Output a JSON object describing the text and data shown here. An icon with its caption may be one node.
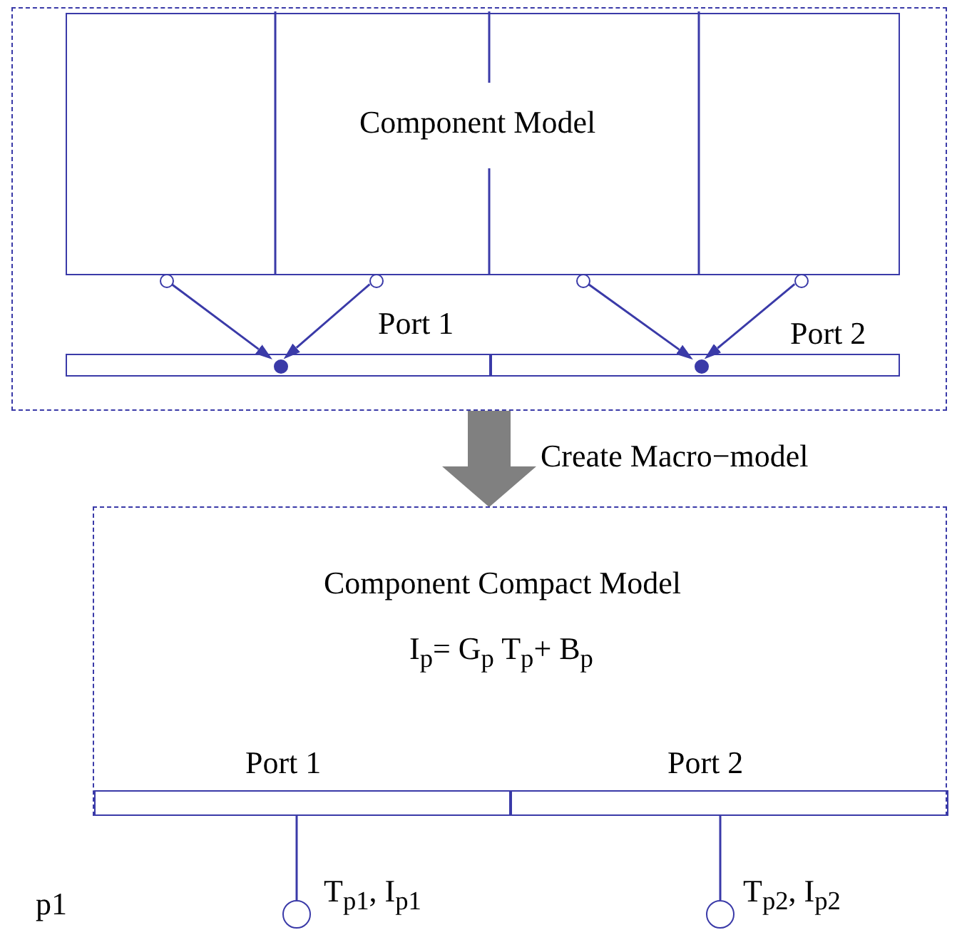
{
  "diagram": {
    "nodes": [
      {
        "text": [],
        "shape": "box"
      },
      {
        "text": [
          "Component Model"
        ],
        "in": 0
      },
      {
        "text": [],
        "shape": "circle",
        "in": 0
      },
      {
        "text": [],
        "shape": "circle",
        "in": 0
      },
      {
        "text": [],
        "shape": "circle",
        "in": 0
      },
      {
        "text": [],
        "shape": "circle",
        "in": 0
      },
      {
        "text": [
          "Port 1"
        ],
        "in": 0
      },
      {
        "text": [
          "Port 2"
        ],
        "in": 0
      },
      {
        "text": [],
        "shape": "circle",
        "in": 6
      },
      {
        "text": [],
        "shape": "circle",
        "in": 7
      },
      {
        "text": [
          "Component Compact Model",
          "I$_{p}$= G$_{p}$ T$_{p}$+ B$_{p}$"
        ]
      },
      {
        "text": [
          "Port 1"
        ],
        "in": 10
      },
      {
        "text": [
          "Port 2"
        ],
        "in": 10
      },
      {
        "text": [],
        "shape": "circle",
        "beside": [
          "T$_{p1}$, I$_{p1}$"
        ]
      },
      {
        "text": [],
        "shape": "circle",
        "beside": [
          "T$_{p2}$, I$_{p2}$"
        ]
      }
    ],
    "edges": [
      {
        "from": 2,
        "to": 8,
        "arrow": "to"
      },
      {
        "from": 3,
        "to": 8,
        "arrow": "to"
      },
      {
        "from": 4,
        "to": 9,
        "arrow": "to"
      },
      {
        "from": 5,
        "to": 9,
        "arrow": "to"
      },
      {
        "from": 0,
        "to": 10,
        "arrow": "to",
        "label": "Create Macro−model",
        "style": "thick",
        "color": "#808080"
      },
      {
        "from": 11,
        "to": 13,
        "arrow": "none"
      },
      {
        "from": 12,
        "to": 14,
        "arrow": "none"
      }
    ],
    "labels": [
      "p1"
    ]
  }
}
